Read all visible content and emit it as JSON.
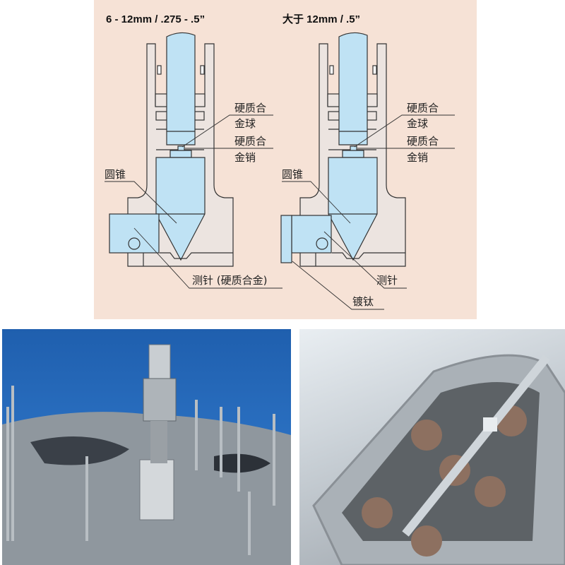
{
  "diagram": {
    "left": {
      "title": "6 - 12mm / .275 - .5”",
      "ball_label_1": "硬质合",
      "ball_label_2": "金球",
      "pin_label_1": "硬质合",
      "pin_label_2": "金销",
      "cone_label": "圆锥",
      "probe_label": "测针 (硬质合金)"
    },
    "right": {
      "title": "大于 12mm / .5”",
      "ball_label_1": "硬质合",
      "ball_label_2": "金球",
      "pin_label_1": "硬质合",
      "pin_label_2": "金销",
      "cone_label": "圆锥",
      "probe_label": "测针",
      "coating_label": "镀钛"
    },
    "colors": {
      "panel": "#f6e2d6",
      "part": "#bfe2f4",
      "housing": "#ece4e0",
      "line": "#333333"
    }
  },
  "photos": {
    "left_label": "holtest-in-engine-block",
    "right_label": "cylinder-head"
  }
}
